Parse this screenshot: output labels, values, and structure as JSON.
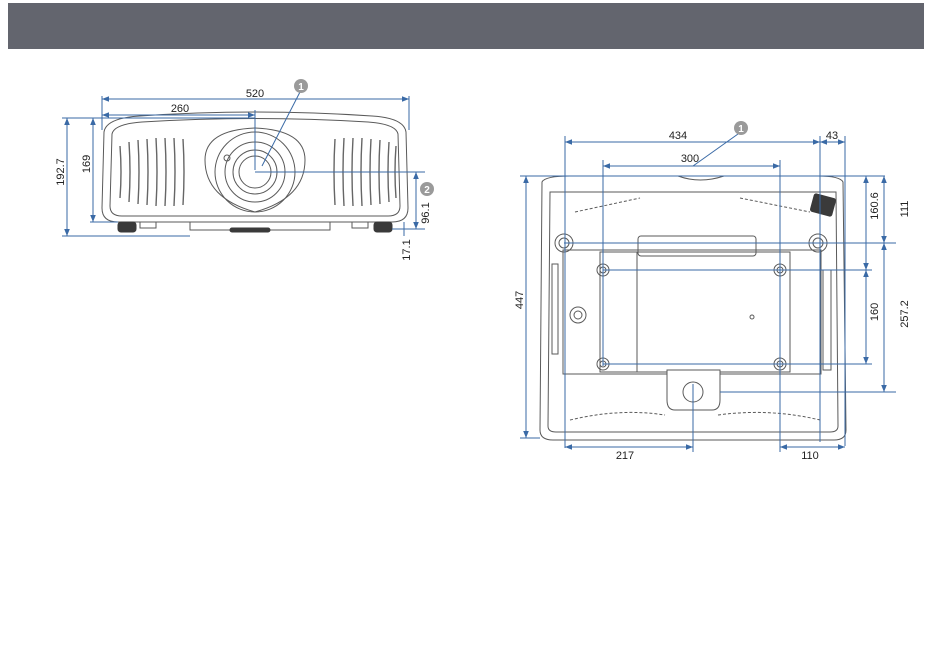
{
  "header": {
    "title": ""
  },
  "front_view": {
    "dimensions": {
      "total_width": "520",
      "half_width": "260",
      "total_height": "192.7",
      "body_height": "169",
      "lens_center_height": "96.1",
      "foot_height": "17.1"
    },
    "callouts": [
      "1",
      "2"
    ]
  },
  "bottom_view": {
    "dimensions": {
      "total_width": "434",
      "right_offset": "43",
      "mount_spacing_x": "300",
      "total_depth": "447",
      "top_to_front_mount": "160.6",
      "top_to_front_foot": "111",
      "mount_spacing_y": "160",
      "top_to_rear_foot": "257.2",
      "left_to_rear_foot": "217",
      "right_to_mount": "110"
    },
    "callouts": [
      "1"
    ]
  },
  "colors": {
    "header": "#63656e",
    "dimension_line": "#3a6aa6",
    "outline": "#5a5a5a",
    "callout_badge": "#9a9a9a"
  }
}
